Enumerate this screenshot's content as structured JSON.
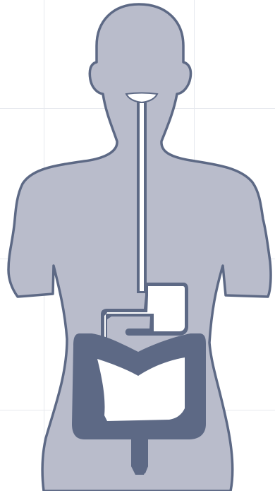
{
  "diagram": {
    "subject": "human-digestive-tract-silhouette",
    "colors": {
      "body_fill": "#b9bccb",
      "outline": "#5d6985",
      "tract_fill": "#ffffff",
      "intestine_fill": "#5d6985",
      "grid": "#e6e8ee",
      "background": "#ffffff"
    },
    "parts": [
      "head",
      "torso",
      "arms",
      "mouth",
      "esophagus",
      "stomach",
      "large-intestine",
      "small-intestine",
      "rectum"
    ]
  }
}
